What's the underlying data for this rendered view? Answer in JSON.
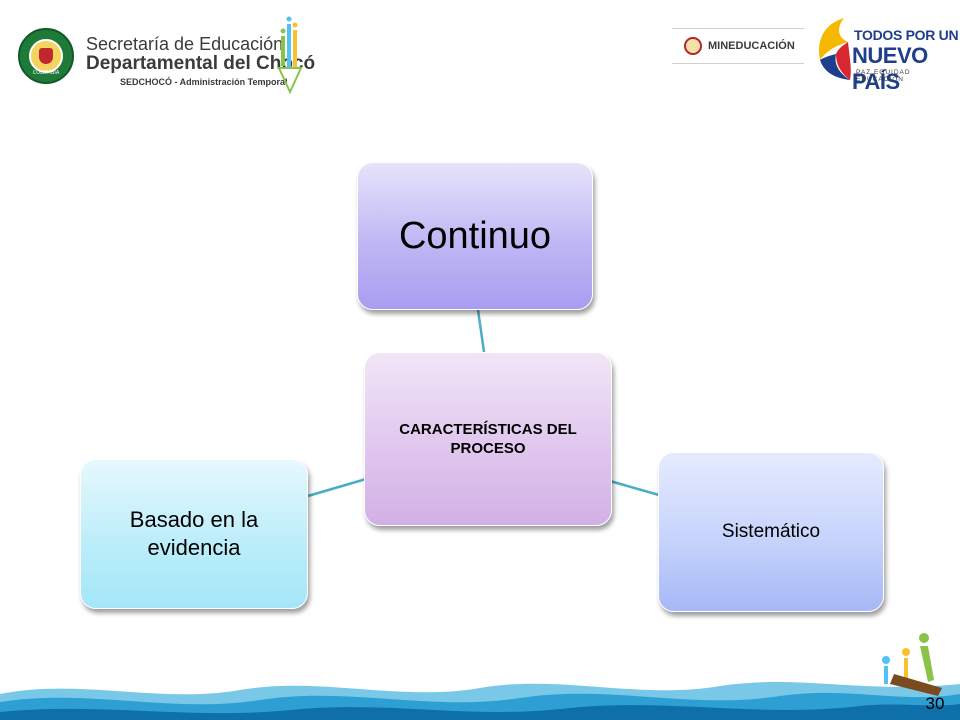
{
  "header": {
    "left_logo": {
      "line1": "Secretaría de Educación",
      "line2": "Departamental del Chocó",
      "line3": "SEDCHOCÓ - Administración Temporal",
      "seal_text": "COLOMBIA"
    },
    "ministry_logo": {
      "text": "MINEDUCACIÓN"
    },
    "government_logo": {
      "line1": "TODOS POR UN",
      "line2": "NUEVO PAÍS",
      "line3": "PAZ  EQUIDAD  EDUCACIÓN"
    }
  },
  "diagram": {
    "center": "CARACTERÍSTICAS DEL PROCESO",
    "nodes": {
      "top": "Continuo",
      "right": "Sistemático",
      "left": "Basado en la evidencia"
    },
    "colors": {
      "connector": "#4bacc6",
      "center_fill": "#d8bbea",
      "top_fill": "#b0a6f2",
      "right_fill": "#b2c2f9",
      "left_fill": "#aeeaf9"
    }
  },
  "footer": {
    "page_number": "30",
    "wave_colors": [
      "#2e9fd3",
      "#79c8e8",
      "#0f6fa8"
    ]
  }
}
